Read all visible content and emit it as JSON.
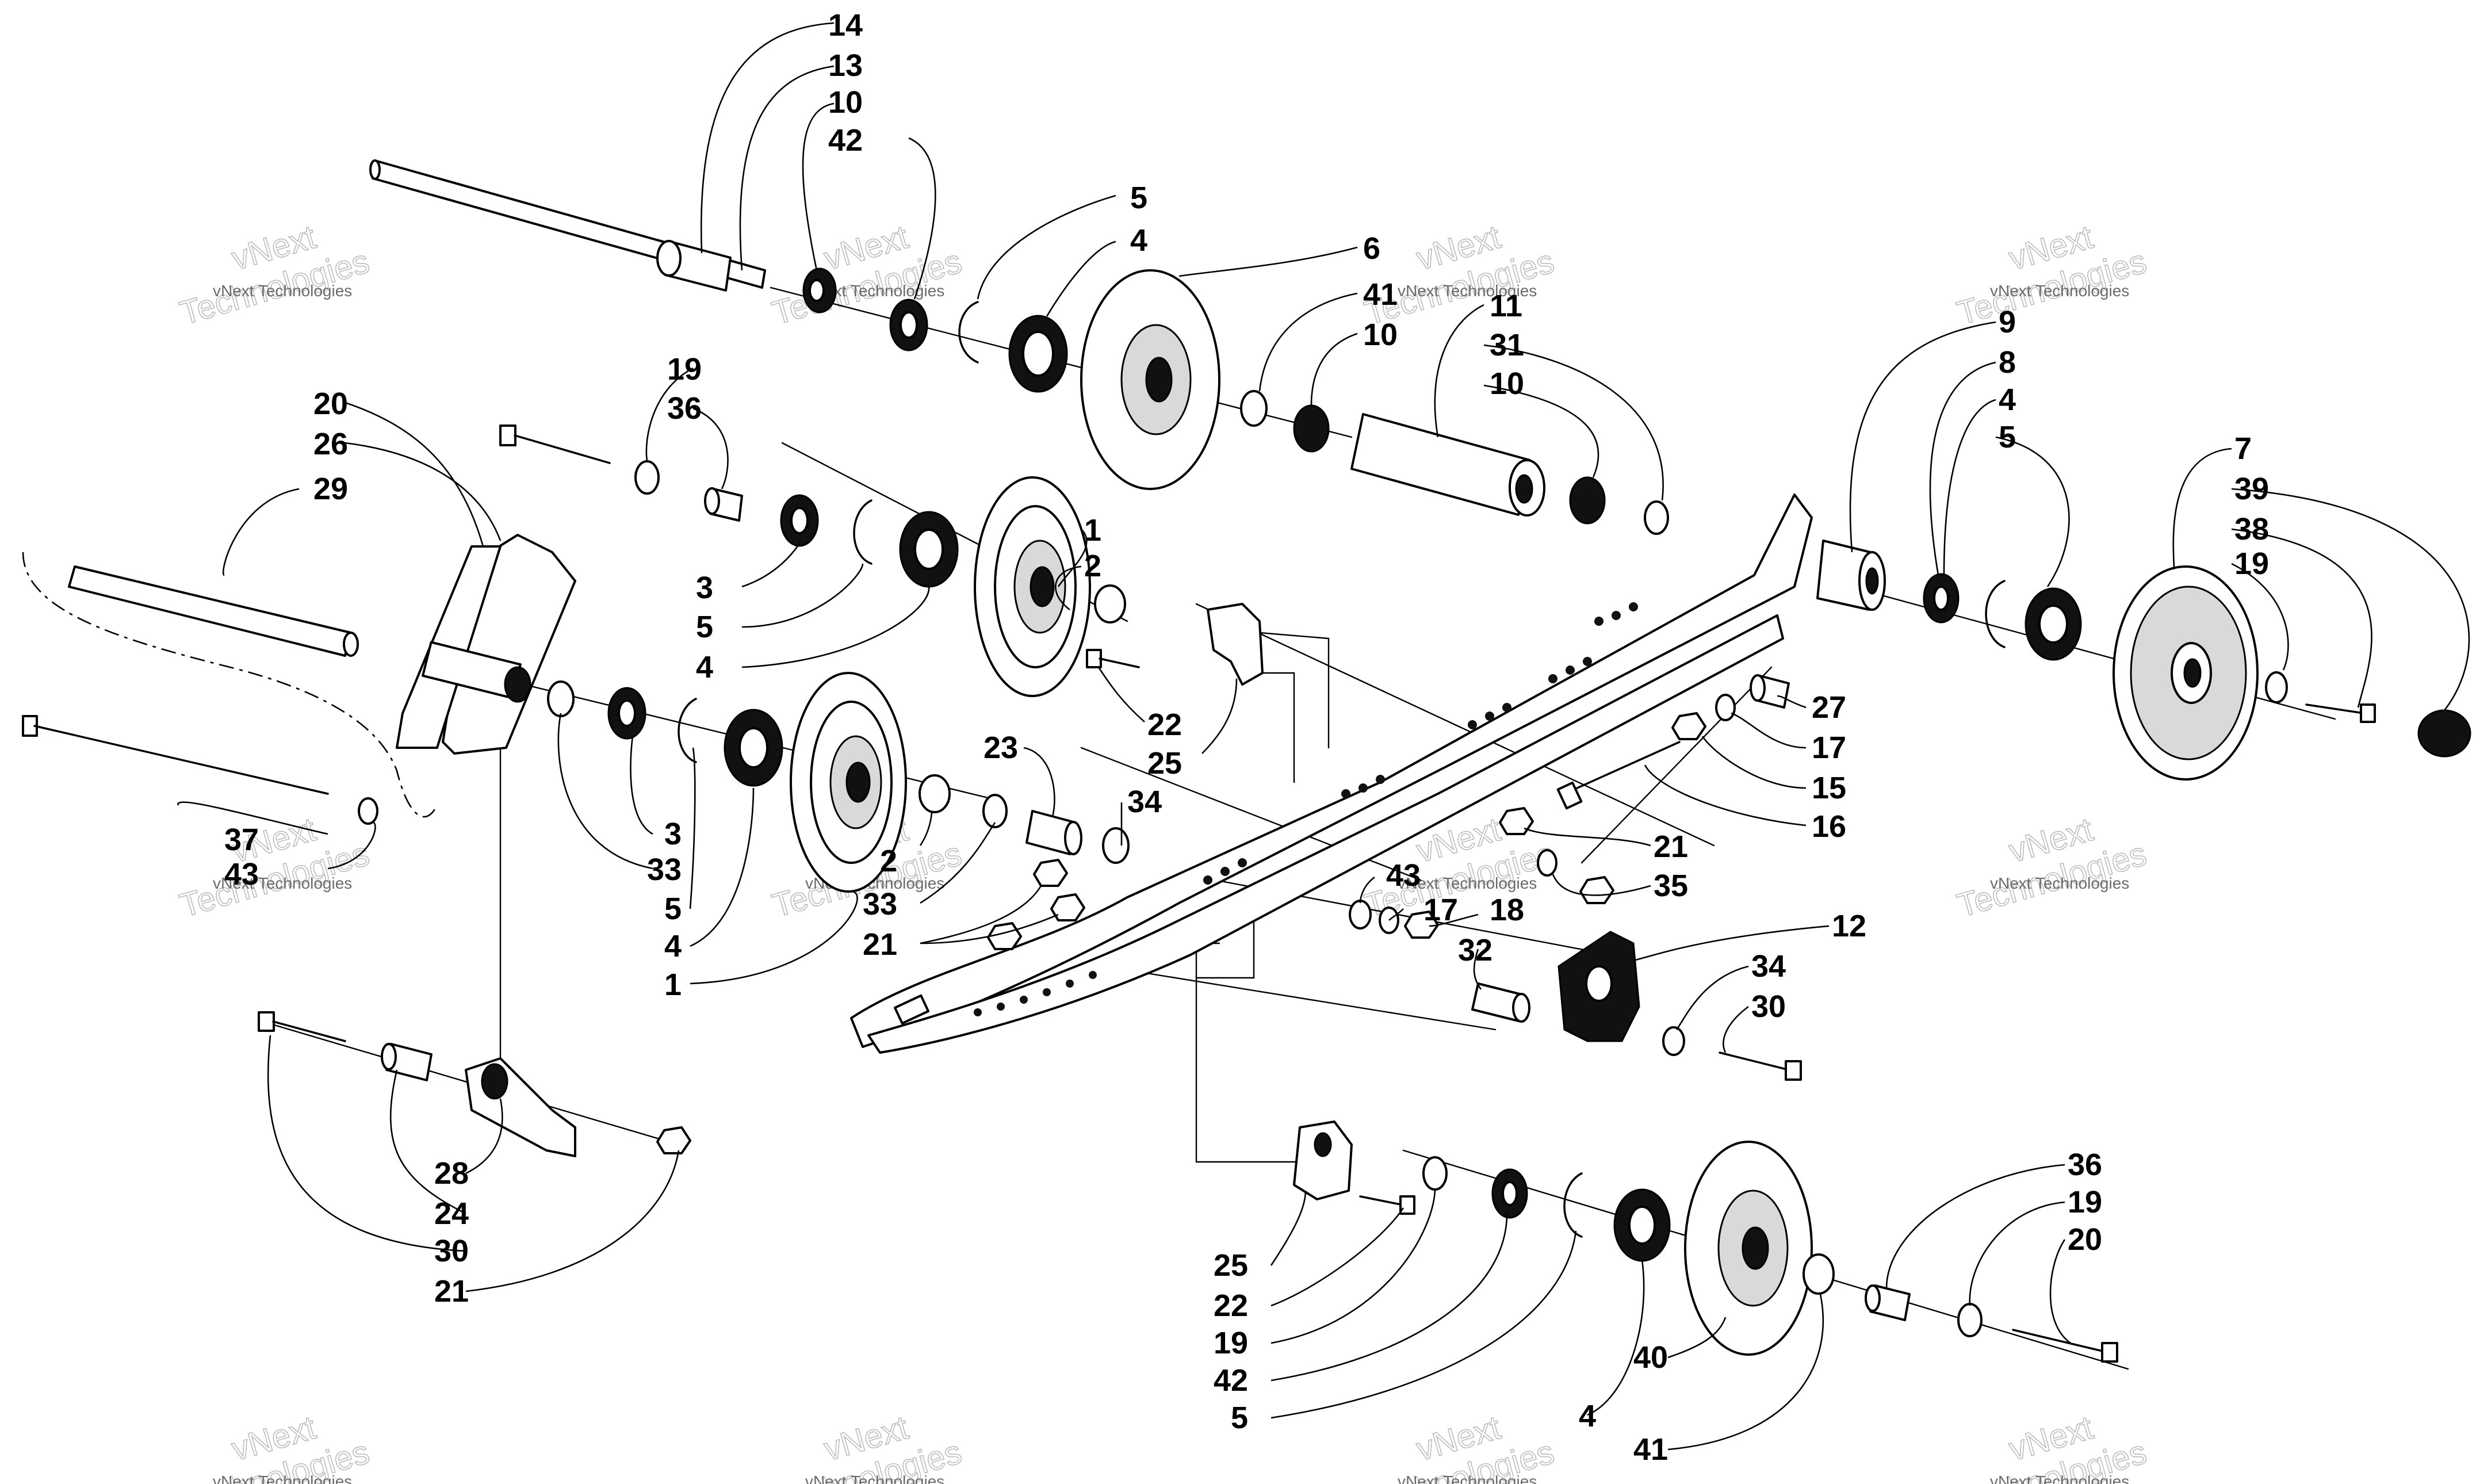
{
  "watermark": {
    "line1": "vNext Technologies",
    "line2": "vNext",
    "line3": "Technologies"
  },
  "callouts": [
    {
      "id": "c14",
      "text": "14"
    },
    {
      "id": "c13",
      "text": "13"
    },
    {
      "id": "c10a",
      "text": "10"
    },
    {
      "id": "c42a",
      "text": "42"
    },
    {
      "id": "c5a",
      "text": "5"
    },
    {
      "id": "c4a",
      "text": "4"
    },
    {
      "id": "c6",
      "text": "6"
    },
    {
      "id": "c41a",
      "text": "41"
    },
    {
      "id": "c10b",
      "text": "10"
    },
    {
      "id": "c11",
      "text": "11"
    },
    {
      "id": "c31",
      "text": "31"
    },
    {
      "id": "c10c",
      "text": "10"
    },
    {
      "id": "c9",
      "text": "9"
    },
    {
      "id": "c8",
      "text": "8"
    },
    {
      "id": "c4b",
      "text": "4"
    },
    {
      "id": "c5b",
      "text": "5"
    },
    {
      "id": "c7",
      "text": "7"
    },
    {
      "id": "c39",
      "text": "39"
    },
    {
      "id": "c38",
      "text": "38"
    },
    {
      "id": "c19a",
      "text": "19"
    },
    {
      "id": "c19b",
      "text": "19"
    },
    {
      "id": "c36a",
      "text": "36"
    },
    {
      "id": "c20a",
      "text": "20"
    },
    {
      "id": "c26",
      "text": "26"
    },
    {
      "id": "c29",
      "text": "29"
    },
    {
      "id": "c1a",
      "text": "1"
    },
    {
      "id": "c2a",
      "text": "2"
    },
    {
      "id": "c3a",
      "text": "3"
    },
    {
      "id": "c5c",
      "text": "5"
    },
    {
      "id": "c4c",
      "text": "4"
    },
    {
      "id": "c22a",
      "text": "22"
    },
    {
      "id": "c25a",
      "text": "25"
    },
    {
      "id": "c27",
      "text": "27"
    },
    {
      "id": "c17a",
      "text": "17"
    },
    {
      "id": "c15",
      "text": "15"
    },
    {
      "id": "c16",
      "text": "16"
    },
    {
      "id": "c23",
      "text": "23"
    },
    {
      "id": "c34a",
      "text": "34"
    },
    {
      "id": "c37",
      "text": "37"
    },
    {
      "id": "c43a",
      "text": "43"
    },
    {
      "id": "c3b",
      "text": "3"
    },
    {
      "id": "c33a",
      "text": "33"
    },
    {
      "id": "c5d",
      "text": "5"
    },
    {
      "id": "c4d",
      "text": "4"
    },
    {
      "id": "c1b",
      "text": "1"
    },
    {
      "id": "c2b",
      "text": "2"
    },
    {
      "id": "c33b",
      "text": "33"
    },
    {
      "id": "c21a",
      "text": "21"
    },
    {
      "id": "c21b",
      "text": "21"
    },
    {
      "id": "c35",
      "text": "35"
    },
    {
      "id": "c43b",
      "text": "43"
    },
    {
      "id": "c17b",
      "text": "17"
    },
    {
      "id": "c18",
      "text": "18"
    },
    {
      "id": "c12",
      "text": "12"
    },
    {
      "id": "c32",
      "text": "32"
    },
    {
      "id": "c34b",
      "text": "34"
    },
    {
      "id": "c30a",
      "text": "30"
    },
    {
      "id": "c28",
      "text": "28"
    },
    {
      "id": "c24",
      "text": "24"
    },
    {
      "id": "c30b",
      "text": "30"
    },
    {
      "id": "c21c",
      "text": "21"
    },
    {
      "id": "c25b",
      "text": "25"
    },
    {
      "id": "c22b",
      "text": "22"
    },
    {
      "id": "c19c",
      "text": "19"
    },
    {
      "id": "c42b",
      "text": "42"
    },
    {
      "id": "c5e",
      "text": "5"
    },
    {
      "id": "c40",
      "text": "40"
    },
    {
      "id": "c4e",
      "text": "4"
    },
    {
      "id": "c41b",
      "text": "41"
    },
    {
      "id": "c36b",
      "text": "36"
    },
    {
      "id": "c19d",
      "text": "19"
    },
    {
      "id": "c20b",
      "text": "20"
    }
  ]
}
